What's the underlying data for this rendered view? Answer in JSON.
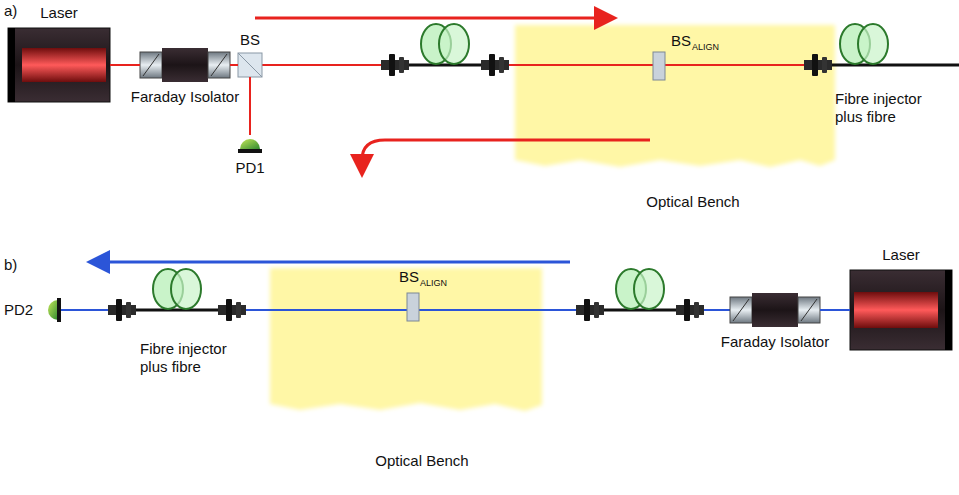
{
  "diagram": {
    "nodes": [
      {
        "text": [
          "Laser"
        ]
      },
      {
        "text": [
          "Faraday Isolator"
        ]
      },
      {
        "text": [
          "BS"
        ]
      },
      {
        "text": [
          "PD1"
        ]
      },
      {
        "text": [
          "Optical Bench"
        ]
      },
      {
        "text": [
          "BS",
          "ALIGN"
        ],
        "in": 4
      },
      {
        "text": [
          "Fibre injector plus fibre"
        ]
      },
      {
        "text": [
          "PD2"
        ]
      },
      {
        "text": [
          "Fibre injector plus fibre"
        ]
      },
      {
        "text": [
          "Optical Bench"
        ]
      },
      {
        "text": [
          "BS",
          "ALIGN"
        ],
        "in": 9
      },
      {
        "text": [
          "Faraday Isolator"
        ]
      },
      {
        "text": [
          "Laser"
        ]
      }
    ],
    "edges": [
      {
        "from": 0,
        "to": 1,
        "arrow": "none"
      },
      {
        "from": 1,
        "to": 2,
        "arrow": "none"
      },
      {
        "from": 2,
        "to": 3,
        "arrow": "none"
      },
      {
        "from": 8,
        "to": 7,
        "arrow": "none"
      },
      {
        "from": 12,
        "to": 11,
        "arrow": "none"
      }
    ],
    "labels": [
      "a)",
      "b)"
    ]
  }
}
